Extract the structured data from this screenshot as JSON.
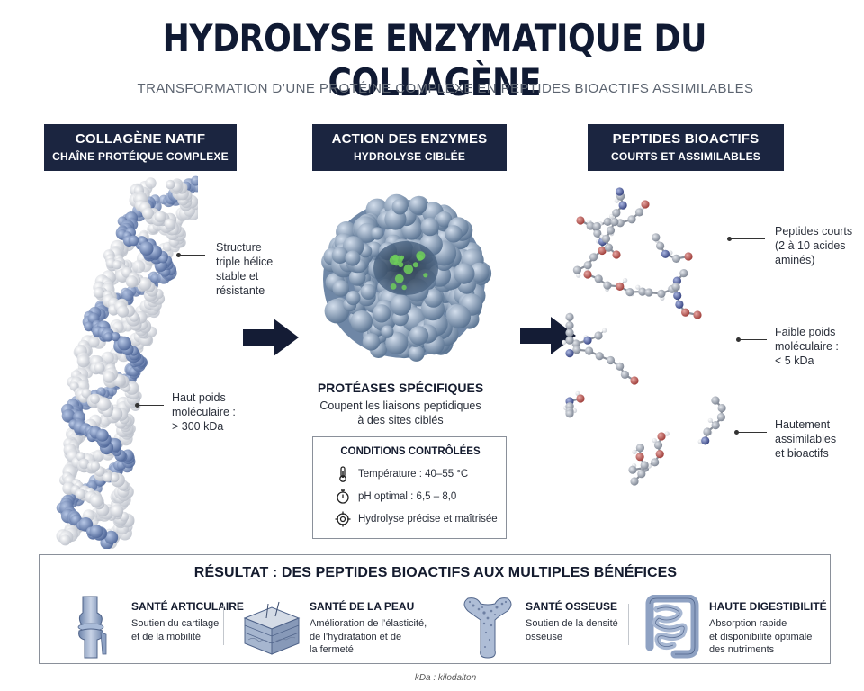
{
  "title": "HYDROLYSE ENZYMATIQUE DU COLLAGÈNE",
  "subtitle": "TRANSFORMATION D’UNE PROTÉINE COMPLEXE EN PEPTIDES BIOACTIFS ASSIMILABLES",
  "columns": [
    {
      "title": "COLLAGÈNE NATIF",
      "subtitle": "CHAÎNE PROTÉIQUE COMPLEXE"
    },
    {
      "title": "ACTION DES ENZYMES",
      "subtitle": "HYDROLYSE CIBLÉE"
    },
    {
      "title": "PEPTIDES BIOACTIFS",
      "subtitle": "COURTS ET ASSIMILABLES"
    }
  ],
  "collagen_annotations": [
    {
      "lines": [
        "Structure",
        "triple hélice",
        "stable et",
        "résistante"
      ]
    },
    {
      "lines": [
        "Haut poids",
        "moléculaire :",
        "> 300 kDa"
      ]
    }
  ],
  "enzyme": {
    "title": "PROTÉASES SPÉCIFIQUES",
    "desc_lines": [
      "Coupent les liaisons peptidiques",
      "à des sites ciblés"
    ]
  },
  "conditions": {
    "title": "CONDITIONS CONTRÔLÉES",
    "items": [
      {
        "icon": "thermometer-icon",
        "text": "Température : 40–55 °C"
      },
      {
        "icon": "stopwatch-icon",
        "text": "pH optimal : 6,5 – 8,0"
      },
      {
        "icon": "target-icon",
        "text": "Hydrolyse précise et maîtrisée"
      }
    ]
  },
  "peptide_annotations": [
    {
      "lines": [
        "Peptides courts",
        "(2 à 10 acides",
        "aminés)"
      ]
    },
    {
      "lines": [
        "Faible poids",
        "moléculaire :",
        "< 5 kDa"
      ]
    },
    {
      "lines": [
        "Hautement",
        "assimilables",
        "et bioactifs"
      ]
    }
  ],
  "result": {
    "title": "RÉSULTAT : DES PEPTIDES BIOACTIFS AUX MULTIPLES BÉNÉFICES",
    "benefits": [
      {
        "icon": "knee-joint-icon",
        "title": "SANTÉ ARTICULAIRE",
        "lines": [
          "Soutien du cartilage",
          "et de la mobilité"
        ]
      },
      {
        "icon": "skin-layers-icon",
        "title": "SANTÉ DE LA PEAU",
        "lines": [
          "Amélioration de l’élasticité,",
          "de l’hydratation et de",
          "la fermeté"
        ]
      },
      {
        "icon": "bone-icon",
        "title": "SANTÉ OSSEUSE",
        "lines": [
          "Soutien de la densité",
          "osseuse"
        ]
      },
      {
        "icon": "intestine-icon",
        "title": "HAUTE DIGESTIBILITÉ",
        "lines": [
          "Absorption rapide",
          "et disponibilité optimale",
          "des nutriments"
        ]
      }
    ]
  },
  "footnote": "kDa : kilodalton",
  "colors": {
    "navy": "#1b2540",
    "collagen_blue": "#7189ba",
    "collagen_white": "#e4e6ea",
    "enzyme": "#8aa0bd",
    "active_site": "#6fcf5b",
    "oxygen": "#c0504d",
    "nitrogen": "#4a5a9a",
    "carbon": "#9aa1ad"
  }
}
